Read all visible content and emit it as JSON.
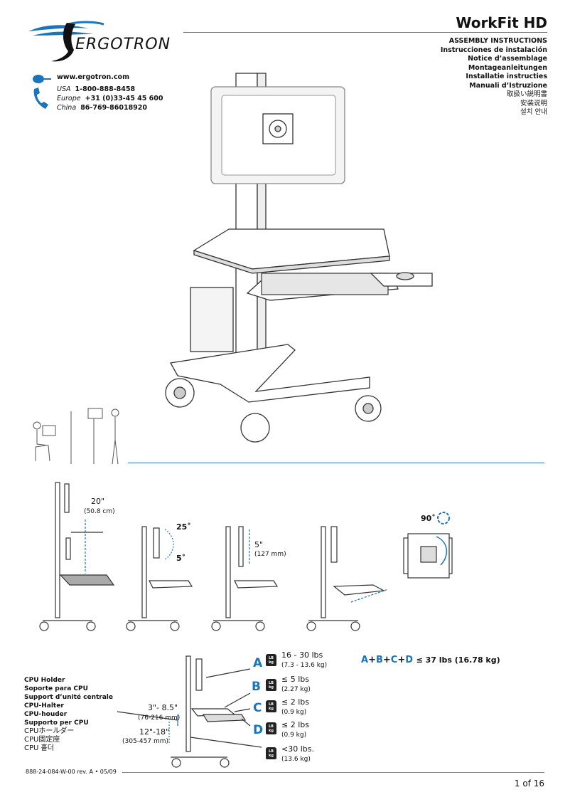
{
  "header": {
    "product_title": "WorkFit HD",
    "brand": "ERGOTRON",
    "languages": [
      "ASSEMBLY INSTRUCTIONS",
      "Instrucciones de instalación",
      "Notice d’assemblage",
      "Montageanleitungen",
      "Installatie instructies",
      "Manuali d’Istruzione",
      "取扱い説明書",
      "安装说明",
      "설치 안내"
    ]
  },
  "contact": {
    "website": "www.ergotron.com",
    "lines": [
      {
        "region": "USA",
        "phone": "1-800-888-8458"
      },
      {
        "region": "Europe",
        "phone": "+31 (0)33-45 45 600"
      },
      {
        "region": "China",
        "phone": "86-769-86018920"
      }
    ]
  },
  "adjustments": {
    "height_travel": "20\"",
    "height_travel_metric": "(50.8 cm)",
    "tilt_up": "25˚",
    "tilt_down": "5˚",
    "lift": "5\"",
    "lift_metric": "(127 mm)",
    "rotation": "90˚"
  },
  "capacity": {
    "items": [
      {
        "letter": "A",
        "range": "16 - 30 lbs",
        "metric": "(7.3 - 13.6 kg)"
      },
      {
        "letter": "B",
        "range": "≤ 5 lbs",
        "metric": "(2.27 kg)"
      },
      {
        "letter": "C",
        "range": "≤ 2 lbs",
        "metric": "(0.9 kg)"
      },
      {
        "letter": "D",
        "range": "≤ 2 lbs",
        "metric": "(0.9 kg)"
      }
    ],
    "base": {
      "range": "<30 lbs.",
      "metric": "(13.6 kg)"
    },
    "icon_top": "LB",
    "icon_bottom": "kg",
    "sum_letters": [
      "A",
      "B",
      "C",
      "D"
    ],
    "sum_sep": "+",
    "sum_value": "≤ 37 lbs (16.78 kg)"
  },
  "cpu_holder": {
    "labels": [
      "CPU Holder",
      "Soporte para CPU",
      "Support d’unité centrale",
      "CPU-Halter",
      "CPU-houder",
      "Supporto per CPU"
    ],
    "cjk_labels": [
      "CPUホールダー",
      "CPU固定座",
      "CPU 홀더"
    ],
    "dim1": "3\"- 8.5\"",
    "dim1_metric": "(76-216 mm)",
    "dim2": "12\"-18\"",
    "dim2_metric": "(305-457 mm)"
  },
  "footer": {
    "doc_number": "888-24-084-W-00 rev. A • 05/09",
    "page": "1 of 16"
  },
  "colors": {
    "accent": "#1b75bb",
    "rule": "#3a7fc0"
  }
}
